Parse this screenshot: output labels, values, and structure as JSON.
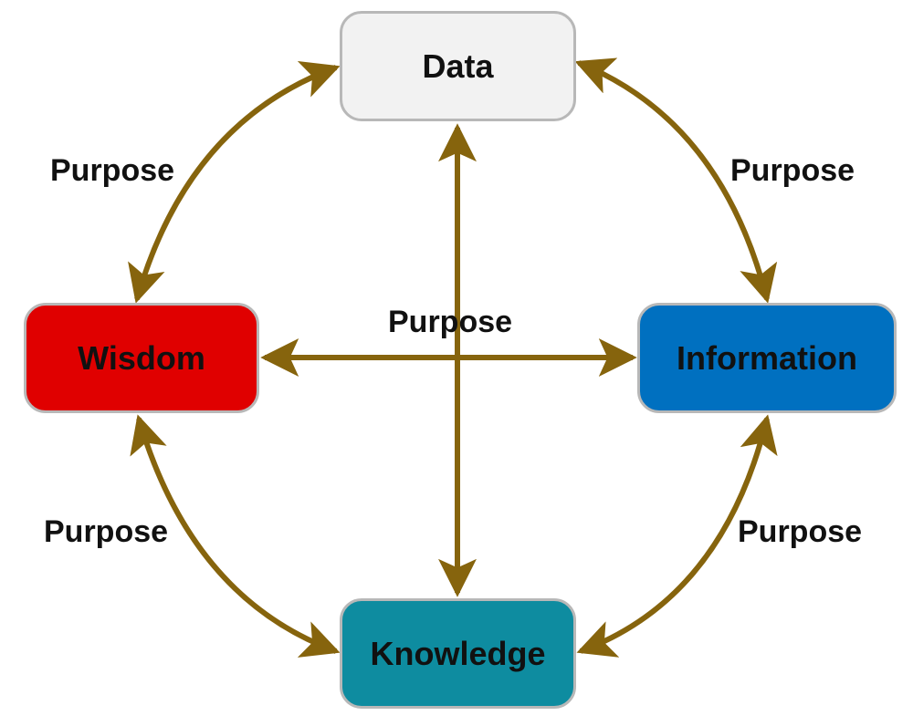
{
  "nodes": {
    "data": {
      "label": "Data",
      "fill": "#f2f2f2"
    },
    "information": {
      "label": "Information",
      "fill": "#0070c0"
    },
    "knowledge": {
      "label": "Knowledge",
      "fill": "#0e8ca0"
    },
    "wisdom": {
      "label": "Wisdom",
      "fill": "#e00000"
    }
  },
  "edges": [
    {
      "from": "Data",
      "to": "Information",
      "label": "Purpose",
      "bidirectional": true
    },
    {
      "from": "Information",
      "to": "Knowledge",
      "label": "Purpose",
      "bidirectional": true
    },
    {
      "from": "Knowledge",
      "to": "Wisdom",
      "label": "Purpose",
      "bidirectional": true
    },
    {
      "from": "Wisdom",
      "to": "Data",
      "label": "Purpose",
      "bidirectional": true
    },
    {
      "from": "Data",
      "to": "Knowledge",
      "label": "",
      "bidirectional": true
    },
    {
      "from": "Wisdom",
      "to": "Information",
      "label": "Purpose",
      "bidirectional": true
    }
  ],
  "colors": {
    "arrow": "#86640d",
    "node_border": "#b8b8b8",
    "text": "#111111"
  }
}
